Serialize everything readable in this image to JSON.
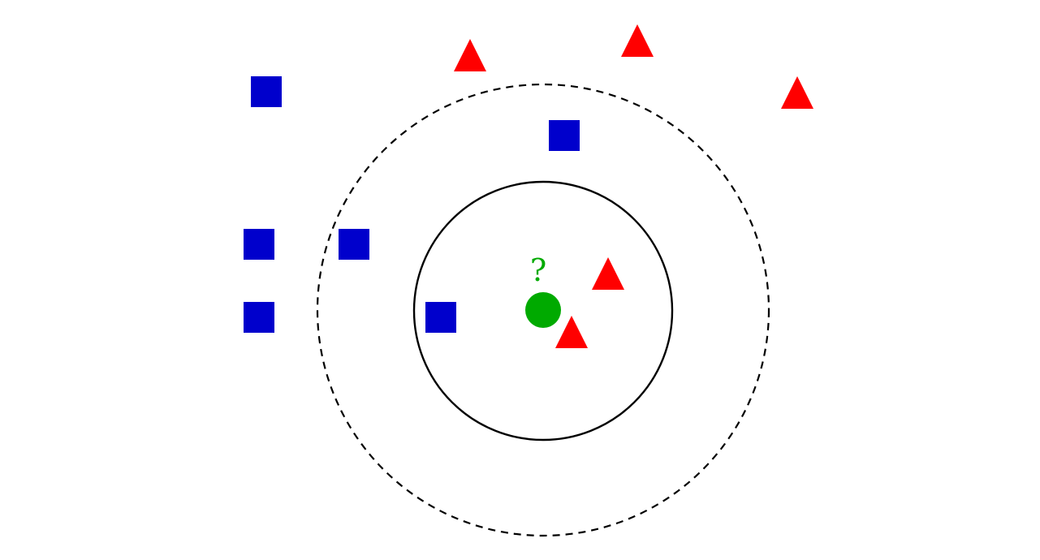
{
  "diagram": {
    "query_label": "?",
    "colors": {
      "class_square": "#0000cc",
      "class_triangle": "#ff0000",
      "query_point": "#00aa00",
      "inner_circle": "#000000",
      "outer_circle": "#000000"
    },
    "neighborhoods": [
      {
        "name": "inner",
        "style": "solid",
        "k": 3
      },
      {
        "name": "outer",
        "style": "dashed",
        "k": 5
      }
    ]
  }
}
